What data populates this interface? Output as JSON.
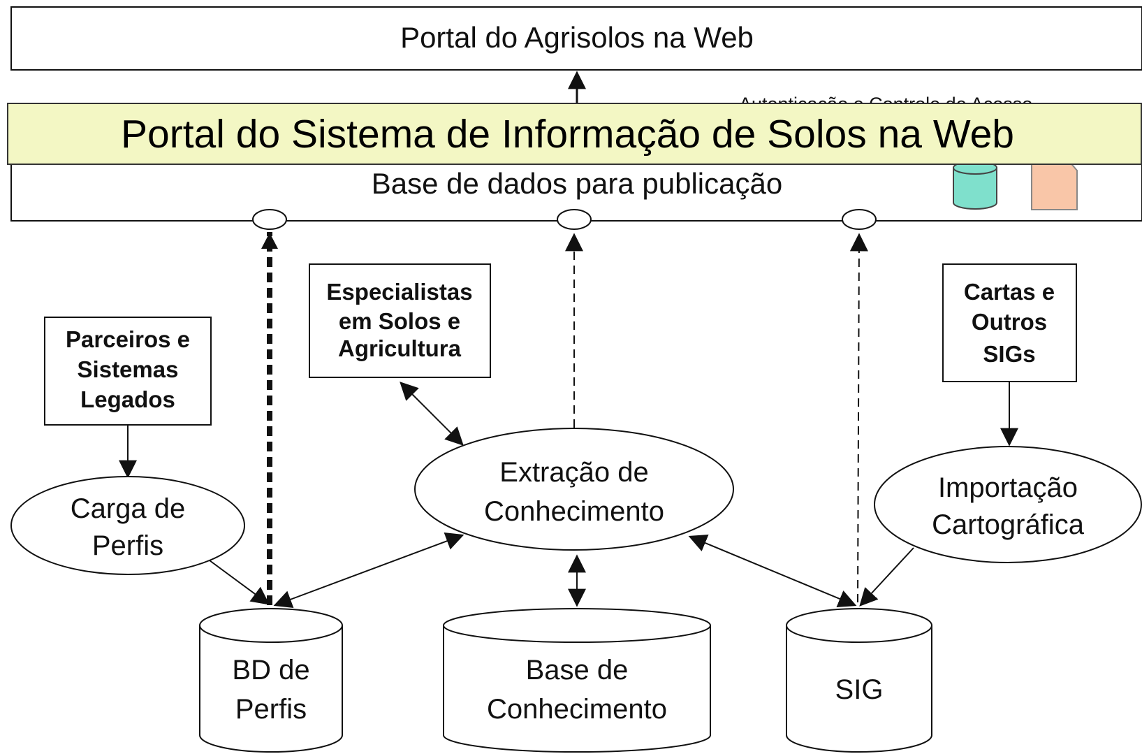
{
  "portal_agrisolos": "Portal do Agrisolos na Web",
  "auth_label": "Autenticação e Controle de Acesso",
  "banner_title": "Portal do Sistema de Informação de Solos na Web",
  "base_publicacao": "Base de dados para publicação",
  "parceiros": [
    "Parceiros e",
    "Sistemas",
    "Legados"
  ],
  "especialistas": [
    "Especialistas",
    "em Solos e",
    "Agricultura"
  ],
  "cartas": [
    "Cartas e",
    "Outros",
    "SIGs"
  ],
  "carga_perfis": [
    "Carga de",
    "Perfis"
  ],
  "extracao": [
    "Extração de",
    "Conhecimento"
  ],
  "importacao": [
    "Importação",
    "Cartográfica"
  ],
  "bd_perfis": [
    "BD de",
    "Perfis"
  ],
  "base_conhecimento": [
    "Base de",
    "Conhecimento"
  ],
  "sig": "SIG",
  "colors": {
    "banner_bg": "#f3f7c4",
    "db_icon": "#7fe0cc",
    "doc_icon": "#f9c6a8",
    "stroke": "#111111"
  }
}
